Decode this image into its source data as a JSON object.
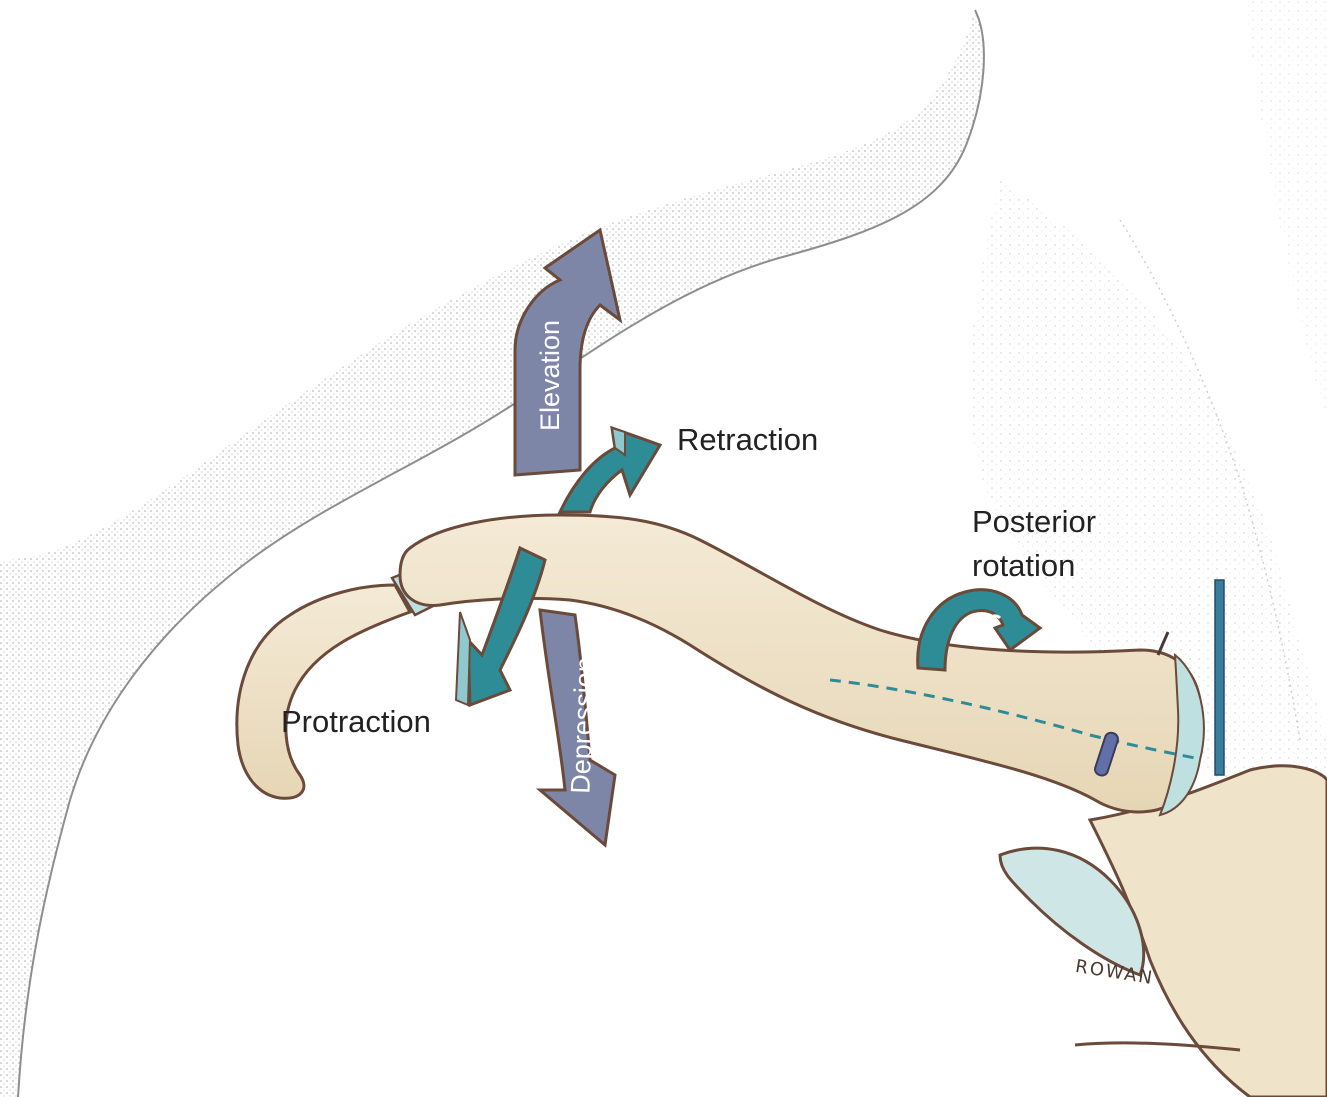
{
  "labels": {
    "elevation": "Elevation",
    "depression": "Depression",
    "retraction": "Retraction",
    "protraction": "Protraction",
    "posterior_rotation_line1": "Posterior",
    "posterior_rotation_line2": "rotation"
  },
  "signature": "ROWAN",
  "colors": {
    "bone_fill": "#efe3c9",
    "bone_outline": "#6b4a3a",
    "skin_stipple": "#9a9a9a",
    "vertical_arrow_fill": "#7e86a8",
    "horizontal_arrow_fill": "#2e8c96",
    "cartilage": "#bfe0e0",
    "pin": "#3a7d9c"
  }
}
